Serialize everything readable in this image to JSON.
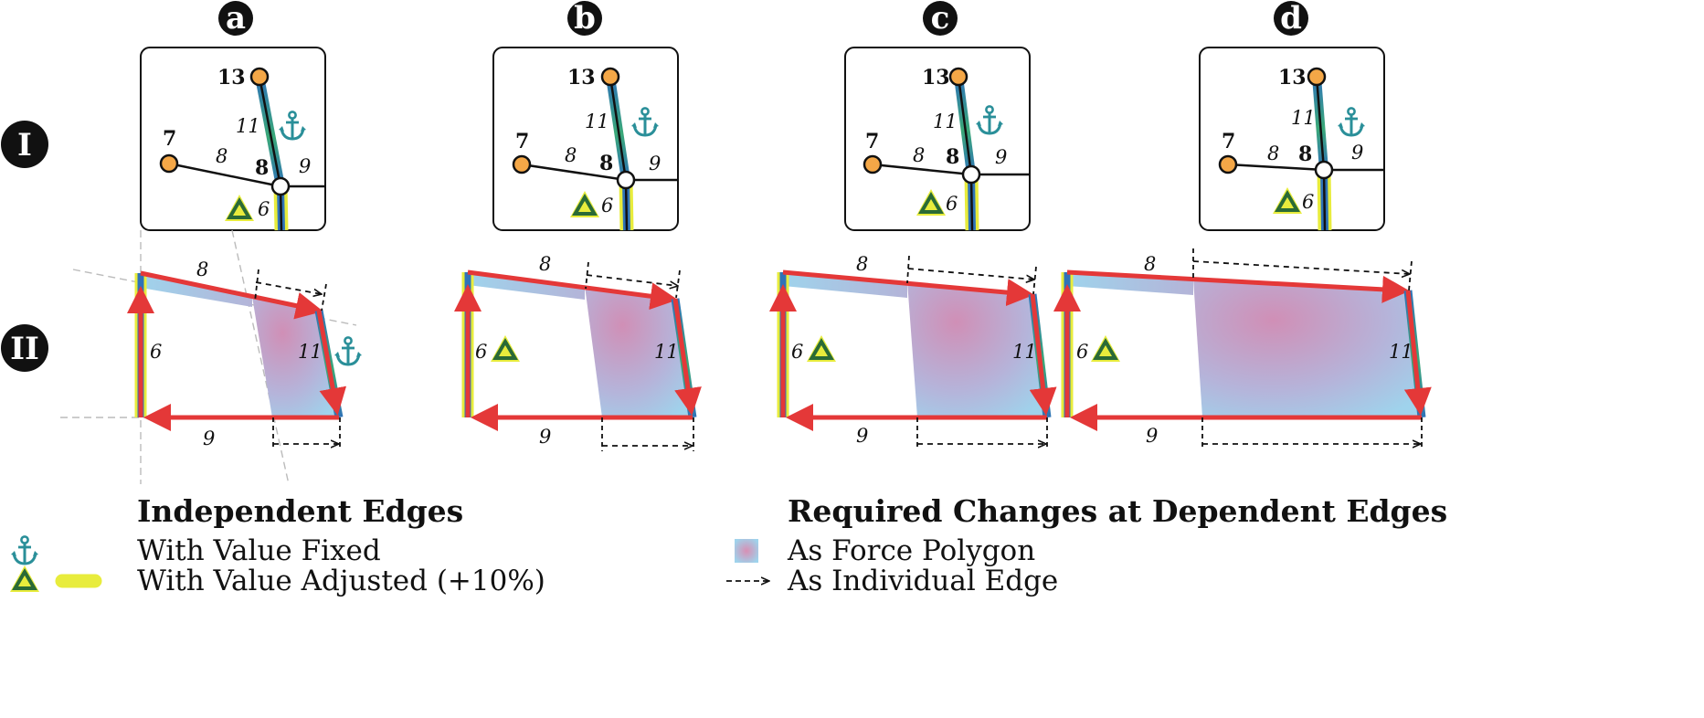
{
  "columns": [
    "a",
    "b",
    "c",
    "d"
  ],
  "rows": [
    "I",
    "II"
  ],
  "network": {
    "node_labels": {
      "n13": "13",
      "n7": "7",
      "n8": "8"
    },
    "edge_labels": {
      "e11": "11",
      "e8": "8",
      "e9": "9",
      "e6": "6"
    }
  },
  "polygon": {
    "edge_labels": {
      "top": "8",
      "right": "11",
      "bottom": "9",
      "left": "6"
    }
  },
  "legend": {
    "left_heading": "Independent Edges",
    "fixed_label": "With Value Fixed",
    "adjusted_label": "With Value Adjusted (+10%)",
    "right_heading": "Required Changes at Dependent Edges",
    "force_polygon_label": "As Force Polygon",
    "individual_edge_label": "As Individual Edge"
  },
  "icons": {
    "fixed": "anchor-icon",
    "adjusted": "triangle-icon"
  },
  "colors": {
    "node_fill": "#f4a747",
    "arrow_red": "#e43838",
    "fixed_blue": "#2f73b8",
    "fixed_green": "#3aa878",
    "adjusted_yellow": "#e8ec3c",
    "anchor_teal": "#2a8f99",
    "polygon_blue": "#9fd3ec",
    "polygon_pink": "#c99ac0"
  }
}
